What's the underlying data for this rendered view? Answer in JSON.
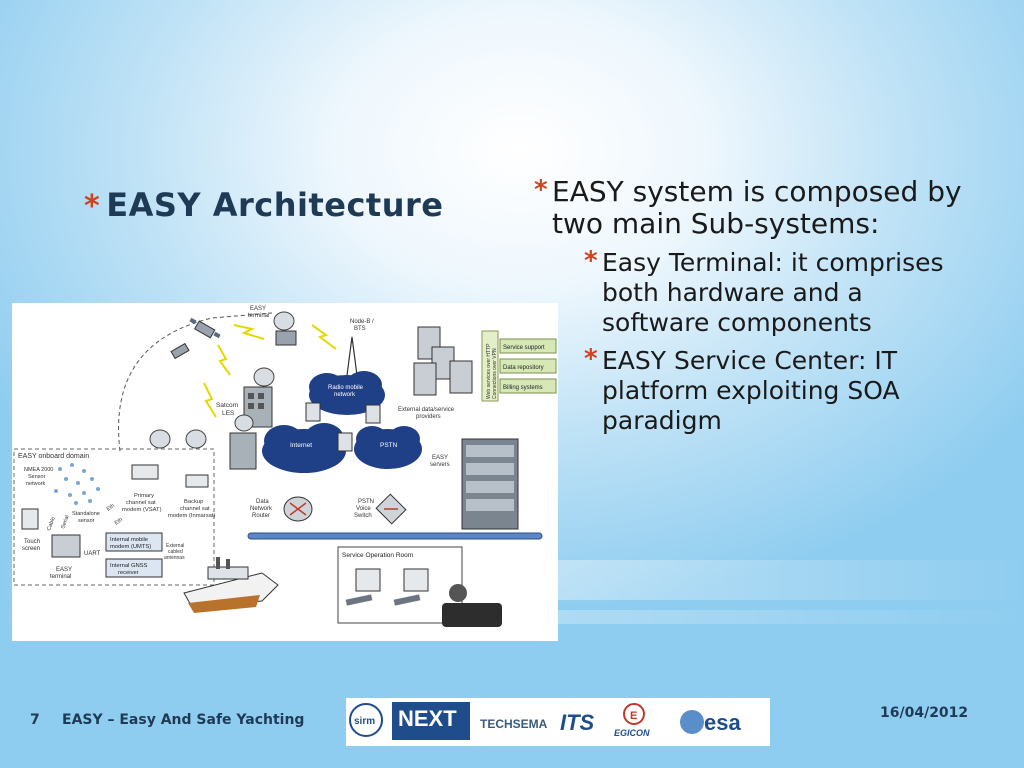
{
  "slide": {
    "title": "EASY Architecture",
    "bullet_glyph": "*",
    "bullets": [
      {
        "text": "EASY system is composed by two main Sub-systems:",
        "sub": [
          "Easy Terminal: it comprises both hardware and a software components",
          "EASY Service Center: IT platform exploiting SOA paradigm"
        ]
      }
    ],
    "footer": {
      "page_number": "7",
      "title": "EASY – Easy And Safe Yachting",
      "date": "16/04/2012"
    },
    "logos": [
      "sirm",
      "NEXT",
      "TECHSEMA",
      "ITS",
      "EGICON",
      "esa"
    ]
  },
  "diagram": {
    "labels": {
      "easy_terminal_top": [
        "EASY",
        "terminal"
      ],
      "node_b": [
        "Node-B /",
        "BTS"
      ],
      "radio_mobile": [
        "Radio mobile",
        "network"
      ],
      "satcom": [
        "Satcom",
        "LES"
      ],
      "external_providers": [
        "External data/service",
        "providers"
      ],
      "internet": "Internet",
      "pstn": "PSTN",
      "easy_servers": [
        "EASY",
        "servers"
      ],
      "vertical_text": [
        "Web services over HTTP",
        "Connections over VPN"
      ],
      "service_support": "Service support",
      "data_repository": "Data repository",
      "billing_systems": "Billing systems",
      "onboard_domain": "EASY onboard domain",
      "nmea": [
        "NMEA 2000",
        "Sensor",
        "network"
      ],
      "standalone": [
        "Standalone",
        "sensor"
      ],
      "primary_modem": [
        "Primary",
        "channel sat",
        "modem (VSAT)"
      ],
      "backup_modem": [
        "Backup",
        "channel sat",
        "modem (Inmarsat)"
      ],
      "eth1": "Eth",
      "eth2": "Eth",
      "cable1": "Cable",
      "cable2": "Serial",
      "touch_screen": [
        "Touch",
        "screen"
      ],
      "uart": "UART",
      "internal_mobile": [
        "Internal mobile",
        "modem (UMTS)"
      ],
      "internal_gnss": [
        "Internal GNSS",
        "receiver"
      ],
      "external_antennas": [
        "External",
        "cabled",
        "antennas"
      ],
      "easy_terminal_bottom": [
        "EASY",
        "terminal"
      ],
      "data_router": [
        "Data",
        "Network",
        "Router"
      ],
      "pstn_switch": [
        "PSTN",
        "Voice",
        "Switch"
      ],
      "service_room": "Service Operation Room"
    }
  }
}
